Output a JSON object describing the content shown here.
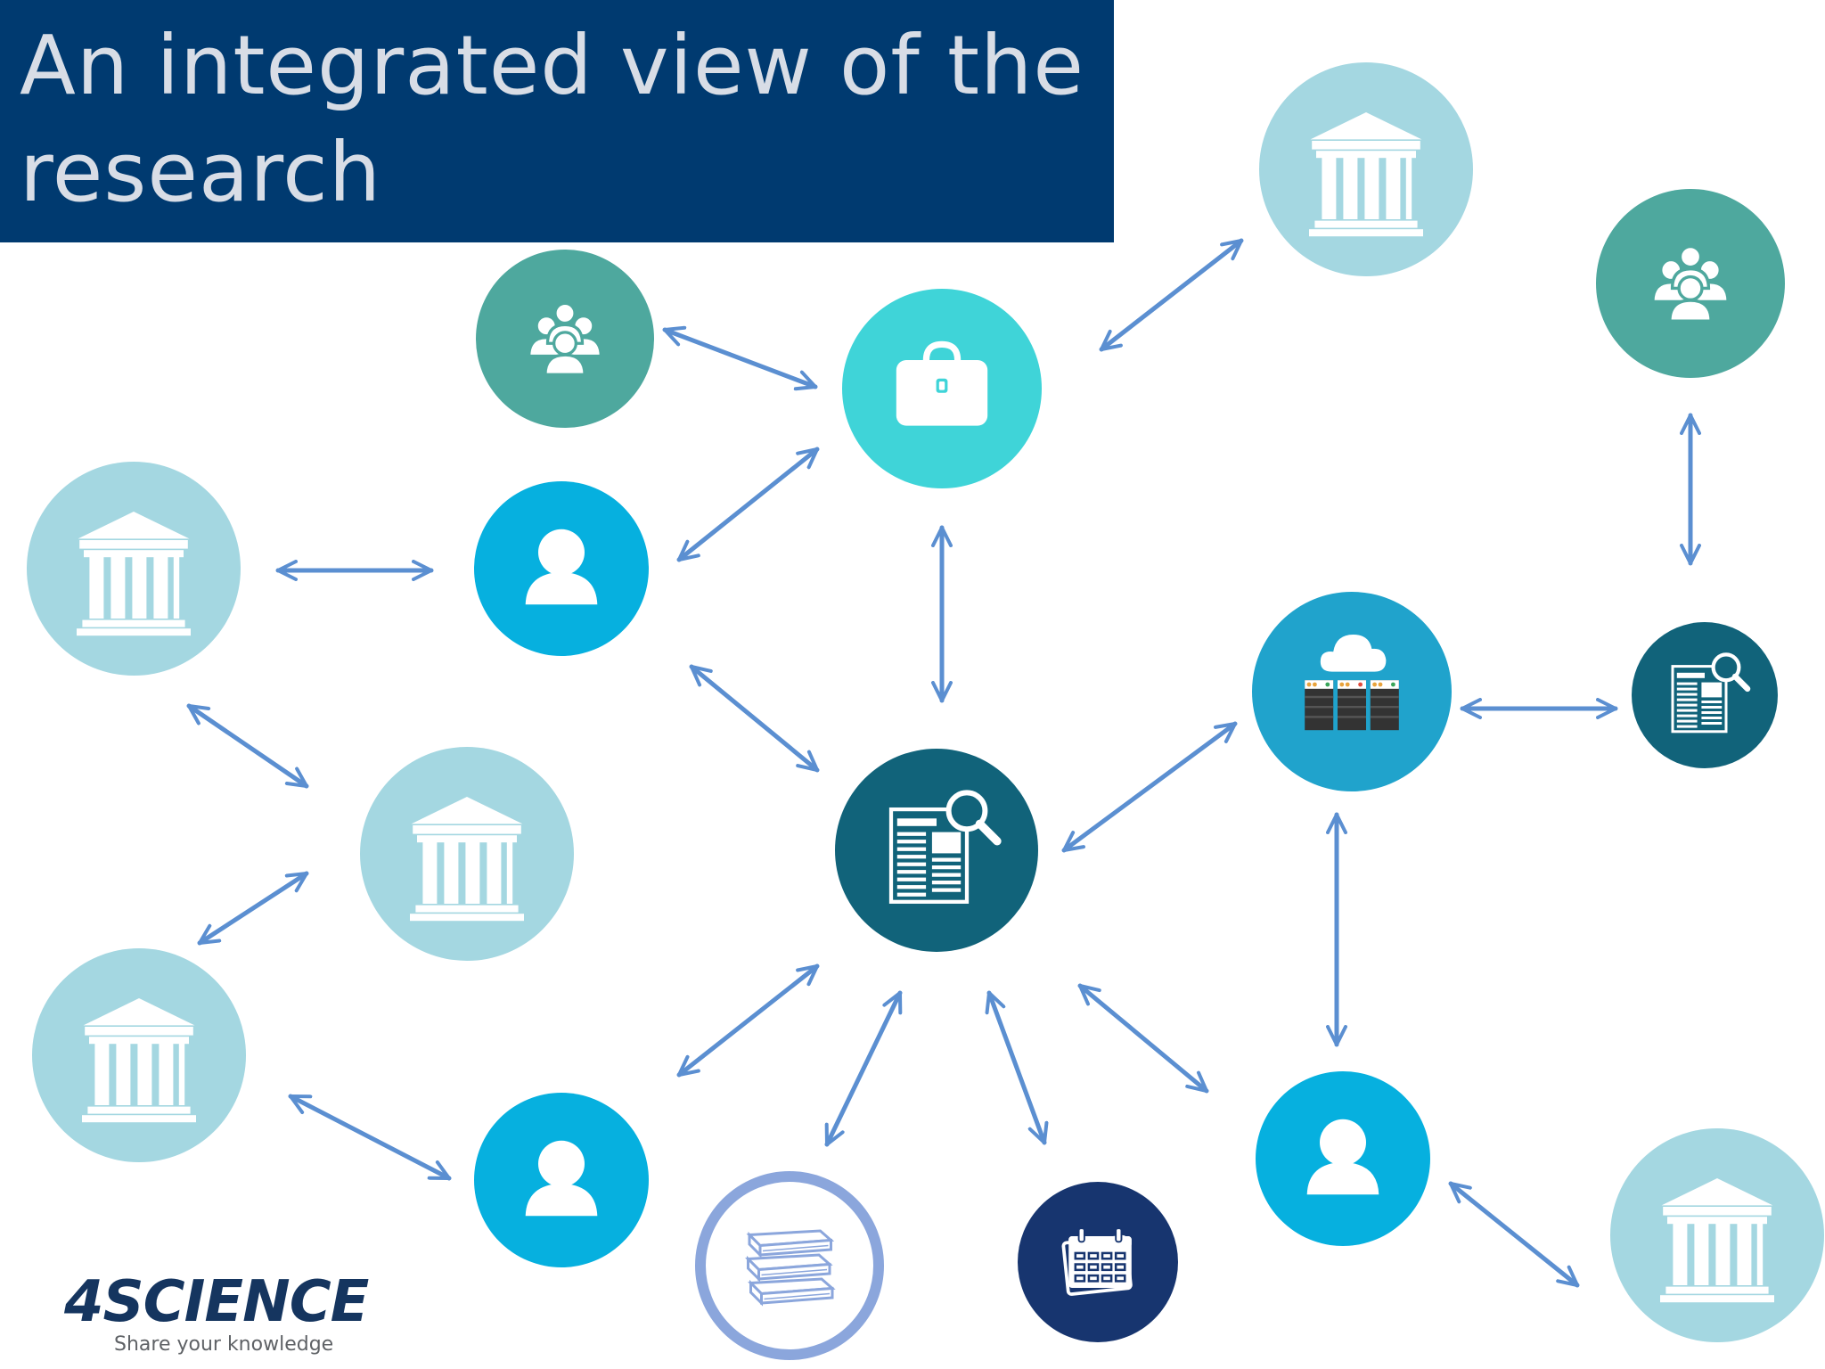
{
  "slide": {
    "title": "An integrated view of the research"
  },
  "logo": {
    "name": "4SCIENCE",
    "tagline": "Share your knowledge"
  },
  "diagram": {
    "arrow_color": "#5b8fd1",
    "colors": {
      "institution": "#a4d7e1",
      "group": "#4ea89e",
      "project": "#3fd4d8",
      "person": "#06b0df",
      "publication": "#11637a",
      "repository": "#20a3cc",
      "books_ring": "#8ba6dc",
      "event": "#17356f"
    },
    "nodes": [
      {
        "id": "inst-top-right",
        "type": "institution"
      },
      {
        "id": "group-top-left",
        "type": "group"
      },
      {
        "id": "group-top-right",
        "type": "group"
      },
      {
        "id": "project-center",
        "type": "project"
      },
      {
        "id": "inst-left-upper",
        "type": "institution"
      },
      {
        "id": "person-left",
        "type": "person"
      },
      {
        "id": "repository-cloud",
        "type": "repository"
      },
      {
        "id": "publication-right",
        "type": "publication"
      },
      {
        "id": "inst-left-middle",
        "type": "institution"
      },
      {
        "id": "publication-center",
        "type": "publication"
      },
      {
        "id": "inst-left-lower",
        "type": "institution"
      },
      {
        "id": "person-bottom-left",
        "type": "person"
      },
      {
        "id": "person-bottom-right",
        "type": "person"
      },
      {
        "id": "inst-bottom-right",
        "type": "institution"
      },
      {
        "id": "books",
        "type": "books"
      },
      {
        "id": "event-calendar",
        "type": "event"
      }
    ]
  }
}
